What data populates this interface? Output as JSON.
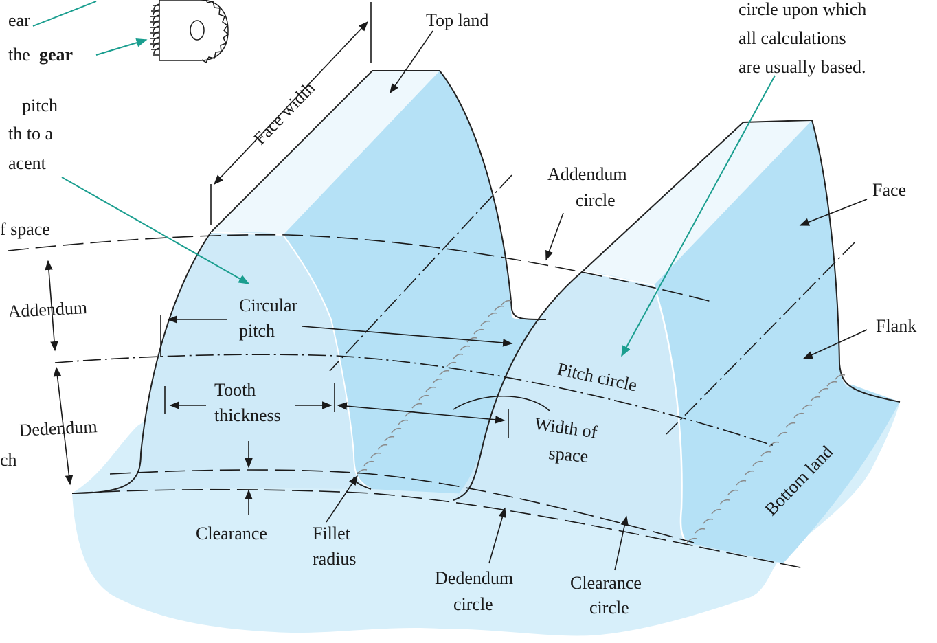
{
  "colors": {
    "base_fill": "#d7effa",
    "tooth_front": "#cfeaf8",
    "tooth_side": "#b5e1f6",
    "top_land": "#eef8fd",
    "callout": "#1a9e8f",
    "ink": "#1a1a1a"
  },
  "icons": {
    "small_gear": "gear-icon"
  },
  "fragments": {
    "gear_line1": "ear",
    "gear_line2_prefix": "the",
    "gear_line2_bold": "gear",
    "pitch_line1": "pitch",
    "pitch_line2": "th to a",
    "pitch_line3": "acent",
    "space_line": "f space",
    "ch_line": "ch",
    "circle_note_line1": "circle upon which",
    "circle_note_line2": "all calculations",
    "circle_note_line3": "are usually based."
  },
  "labels": {
    "top_land": "Top land",
    "face_width": "Face width",
    "addendum_circle_1": "Addendum",
    "addendum_circle_2": "circle",
    "face": "Face",
    "flank": "Flank",
    "addendum": "Addendum",
    "dedendum": "Dedendum",
    "circular_pitch_1": "Circular",
    "circular_pitch_2": "pitch",
    "tooth_thickness_1": "Tooth",
    "tooth_thickness_2": "thickness",
    "pitch_circle": "Pitch circle",
    "width_of_space_1": "Width of",
    "width_of_space_2": "space",
    "bottom_land": "Bottom land",
    "clearance": "Clearance",
    "fillet_radius_1": "Fillet",
    "fillet_radius_2": "radius",
    "dedendum_circle_1": "Dedendum",
    "dedendum_circle_2": "circle",
    "clearance_circle_1": "Clearance",
    "clearance_circle_2": "circle"
  }
}
